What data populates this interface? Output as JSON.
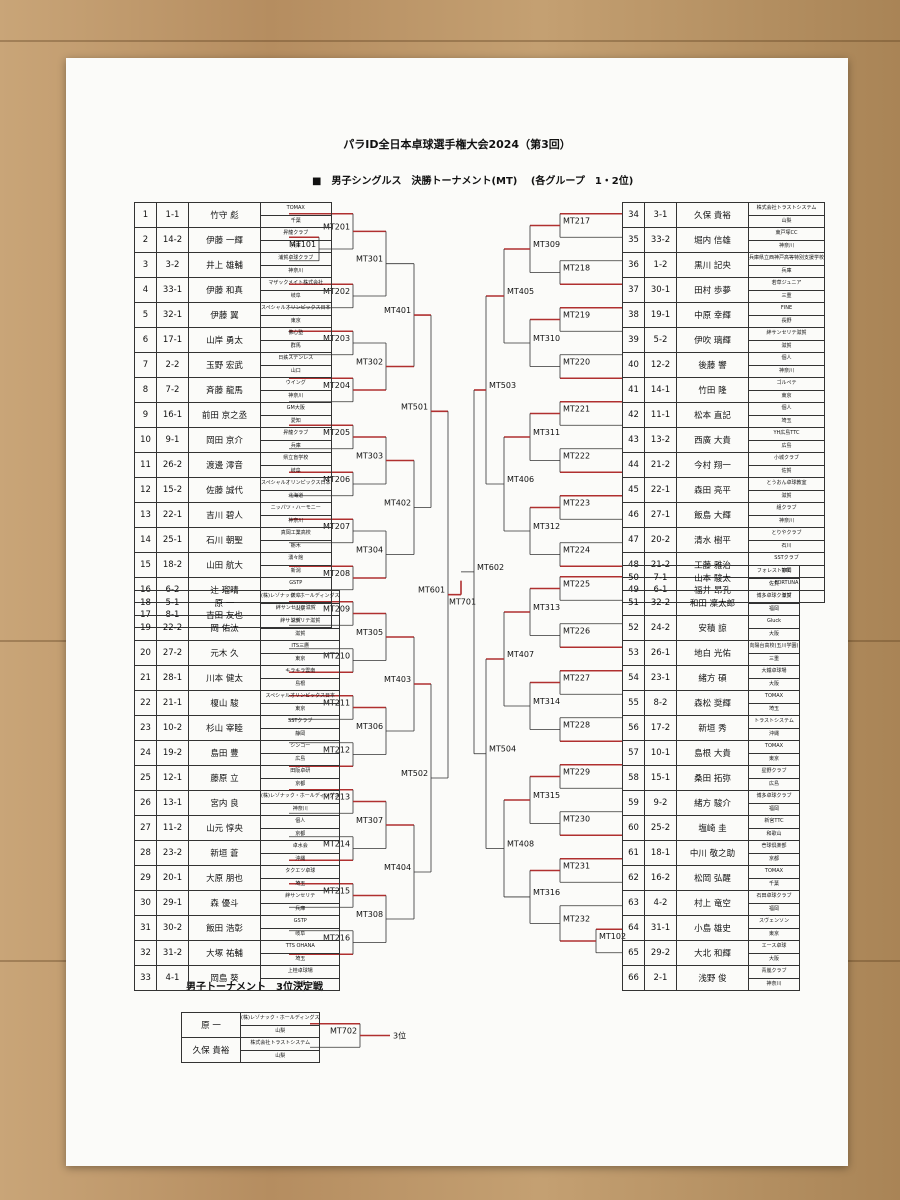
{
  "title": "パラID全日本卓球選手権大会2024（第3回）",
  "subtitle": "■　男子シングルス　決勝トーナメント(MT)　 (各グループ　1・2位)",
  "groups": [
    {
      "rows": [
        [
          "1",
          "1-1",
          "竹守 彪",
          "TOMAX",
          "千葉"
        ],
        [
          "2",
          "14-2",
          "伊藤 一輝",
          "昇龍クラブ",
          "兵庫"
        ],
        [
          "3",
          "3-2",
          "井上 雄輔",
          "浦賀卓球クラブ",
          "神奈川"
        ],
        [
          "4",
          "33-1",
          "伊藤 和真",
          "マザックメイト株式会社",
          "岐阜"
        ],
        [
          "5",
          "32-1",
          "伊藤 翼",
          "スペシャルオリンピックス日本",
          "東京"
        ],
        [
          "6",
          "17-1",
          "山岸 勇太",
          "佛心塾",
          "群馬"
        ],
        [
          "7",
          "2-2",
          "玉野 宏武",
          "日鉄ステンレス",
          "山口"
        ],
        [
          "8",
          "7-2",
          "斉藤 龍馬",
          "ウイング",
          "神奈川"
        ],
        [
          "9",
          "16-1",
          "前田 京之丞",
          "GM大阪",
          "愛知"
        ],
        [
          "10",
          "9-1",
          "岡田 京介",
          "昇龍クラブ",
          "兵庫"
        ],
        [
          "11",
          "26-2",
          "渡邊 澪音",
          "県立盲学校",
          "岐阜"
        ],
        [
          "12",
          "15-2",
          "佐藤 誠代",
          "スペシャルオリンピックス日本",
          "北海道"
        ],
        [
          "13",
          "22-1",
          "吉川 碧人",
          "ニッパツ・ハーモニー",
          "神奈川"
        ],
        [
          "14",
          "25-1",
          "石川 朝聖",
          "真岡工業高校",
          "栃木"
        ],
        [
          "15",
          "18-2",
          "山田 航大",
          "湧々館",
          "新潟"
        ],
        [
          "16",
          "6-2",
          "辻 瑠晴",
          "GSTP",
          "岐阜"
        ],
        [
          "17",
          "8-1",
          "吉田 友也",
          "絆サンセリテ滋賀",
          "滋賀"
        ]
      ]
    },
    {
      "rows": [
        [
          "18",
          "5-1",
          "原 一",
          "(株)レゾナック・ホールディングス",
          "山梨"
        ],
        [
          "19",
          "22-2",
          "岡 佑汰",
          "絆サンセリテ滋賀",
          "滋賀"
        ],
        [
          "20",
          "27-2",
          "元木 久",
          "ITS三鷹",
          "東京"
        ],
        [
          "21",
          "28-1",
          "川本 健太",
          "キラキラ雲南",
          "島根"
        ],
        [
          "22",
          "21-1",
          "榎山 駿",
          "スペシャルオリンピックス日本",
          "東京"
        ],
        [
          "23",
          "10-2",
          "杉山 宰睦",
          "SSTクラブ",
          "静岡"
        ],
        [
          "24",
          "19-2",
          "島田 豊",
          "シンコー",
          "広島"
        ],
        [
          "25",
          "12-1",
          "藤原 立",
          "田阪卓研",
          "京都"
        ],
        [
          "26",
          "13-1",
          "宮内 良",
          "(株)レゾナック・ホールディングス",
          "神奈川"
        ],
        [
          "27",
          "11-2",
          "山元 惇央",
          "個人",
          "京都"
        ],
        [
          "28",
          "23-2",
          "新垣 蒼",
          "卓水会",
          "沖縄"
        ],
        [
          "29",
          "20-1",
          "大原 朋也",
          "タクエツ卓球",
          "埼玉"
        ],
        [
          "30",
          "29-1",
          "森 優斗",
          "絆サンセリテ",
          "兵庫"
        ],
        [
          "31",
          "30-2",
          "飯田 浩彰",
          "GSTP",
          "岐阜"
        ],
        [
          "32",
          "31-2",
          "大塚 祐輔",
          "TTS OHANA",
          "埼玉"
        ],
        [
          "33",
          "4-1",
          "岡島 葵",
          "上桂卓球場",
          "京都"
        ]
      ]
    },
    {
      "rows": [
        [
          "34",
          "3-1",
          "久保 貴裕",
          "株式会社トラストシステム",
          "山梨"
        ],
        [
          "35",
          "33-2",
          "堀内 信雄",
          "東戸塚CC",
          "神奈川"
        ],
        [
          "36",
          "1-2",
          "黒川 記央",
          "兵庫県立西神戸高等特別支援学校",
          "兵庫"
        ],
        [
          "37",
          "30-1",
          "田村 歩夢",
          "若草ジュニア",
          "三重"
        ],
        [
          "38",
          "19-1",
          "中原 幸輝",
          "FINE",
          "長野"
        ],
        [
          "39",
          "5-2",
          "伊吹 璃輝",
          "絆サンセリテ滋賀",
          "滋賀"
        ],
        [
          "40",
          "12-2",
          "後藤 響",
          "個人",
          "神奈川"
        ],
        [
          "41",
          "14-1",
          "竹田 隆",
          "ゴルペテ",
          "東京"
        ],
        [
          "42",
          "11-1",
          "松本 直記",
          "個人",
          "埼玉"
        ],
        [
          "43",
          "13-2",
          "西廣 大貴",
          "YH広島TTC",
          "広島"
        ],
        [
          "44",
          "21-2",
          "今村 翔一",
          "小城クラブ",
          "佐賀"
        ],
        [
          "45",
          "22-1",
          "森田 亮平",
          "とうおん卓球教室",
          "滋賀"
        ],
        [
          "46",
          "27-1",
          "飯島 大輝",
          "組クラブ",
          "神奈川"
        ],
        [
          "47",
          "20-2",
          "清水 樹平",
          "とりやクラブ",
          "石川"
        ],
        [
          "48",
          "21-2",
          "工藤 雅治",
          "SSTクラブ",
          "静岡"
        ],
        [
          "49",
          "6-1",
          "福井 昂孔",
          "FORTUNA",
          "滋賀"
        ]
      ]
    },
    {
      "rows": [
        [
          "50",
          "7-1",
          "山本 駿太",
          "フォレストTTC",
          "佐賀"
        ],
        [
          "51",
          "32-2",
          "和田 凜太郎",
          "博多卓球クラブ",
          "福岡"
        ],
        [
          "52",
          "24-2",
          "安積 諒",
          "Gluck",
          "大阪"
        ],
        [
          "53",
          "26-1",
          "地白 光佑",
          "向陽台高校(五川学園)",
          "三重"
        ],
        [
          "54",
          "23-1",
          "緒方 碩",
          "大鐵卓球場",
          "大阪"
        ],
        [
          "55",
          "8-2",
          "森松 奨輝",
          "TOMAX",
          "埼玉"
        ],
        [
          "56",
          "17-2",
          "新垣 秀",
          "トラストシステム",
          "沖縄"
        ],
        [
          "57",
          "10-1",
          "島根 大貴",
          "TOMAX",
          "東京"
        ],
        [
          "58",
          "15-1",
          "桑田 拓弥",
          "星野クラブ",
          "広島"
        ],
        [
          "59",
          "9-2",
          "緒方 駿介",
          "博多卓球クラブ",
          "福岡"
        ],
        [
          "60",
          "25-2",
          "塩崎 圭",
          "新宮TTC",
          "和歌山"
        ],
        [
          "61",
          "18-1",
          "中川 敬之助",
          "壱球倶楽部",
          "京都"
        ],
        [
          "62",
          "16-2",
          "松岡 弘醒",
          "TOMAX",
          "千葉"
        ],
        [
          "63",
          "4-2",
          "村上 竜空",
          "石田卓球クラブ",
          "福岡"
        ],
        [
          "64",
          "31-1",
          "小島 雄史",
          "スヴェンソン",
          "東京"
        ],
        [
          "65",
          "29-2",
          "大北 和輝",
          "エース卓球",
          "大阪"
        ],
        [
          "66",
          "2-1",
          "浅野 俊",
          "青嵐クラブ",
          "神奈川"
        ]
      ]
    }
  ],
  "matches": [
    "MT101",
    "MT102",
    "MT201",
    "MT202",
    "MT203",
    "MT204",
    "MT205",
    "MT206",
    "MT207",
    "MT208",
    "MT209",
    "MT210",
    "MT211",
    "MT212",
    "MT213",
    "MT214",
    "MT215",
    "MT216",
    "MT217",
    "MT218",
    "MT219",
    "MT220",
    "MT221",
    "MT222",
    "MT223",
    "MT224",
    "MT225",
    "MT226",
    "MT227",
    "MT228",
    "MT229",
    "MT230",
    "MT231",
    "MT232",
    "MT301",
    "MT302",
    "MT303",
    "MT304",
    "MT305",
    "MT306",
    "MT307",
    "MT308",
    "MT309",
    "MT310",
    "MT311",
    "MT312",
    "MT313",
    "MT314",
    "MT315",
    "MT316",
    "MT401",
    "MT402",
    "MT403",
    "MT404",
    "MT405",
    "MT406",
    "MT407",
    "MT408",
    "MT501",
    "MT502",
    "MT503",
    "MT504",
    "MT601",
    "MT602",
    "MT701"
  ],
  "bronze": {
    "title": "男子トーナメント　3位決定戦",
    "match": "MT702",
    "place": "3位",
    "rows": [
      [
        "原 一",
        "(株)レゾナック・ホールディングス",
        "山梨"
      ],
      [
        "久保 貴裕",
        "株式会社トラストシステム",
        "山梨"
      ]
    ]
  },
  "colors": {
    "winner_line": "#b03030",
    "line": "#333333"
  }
}
